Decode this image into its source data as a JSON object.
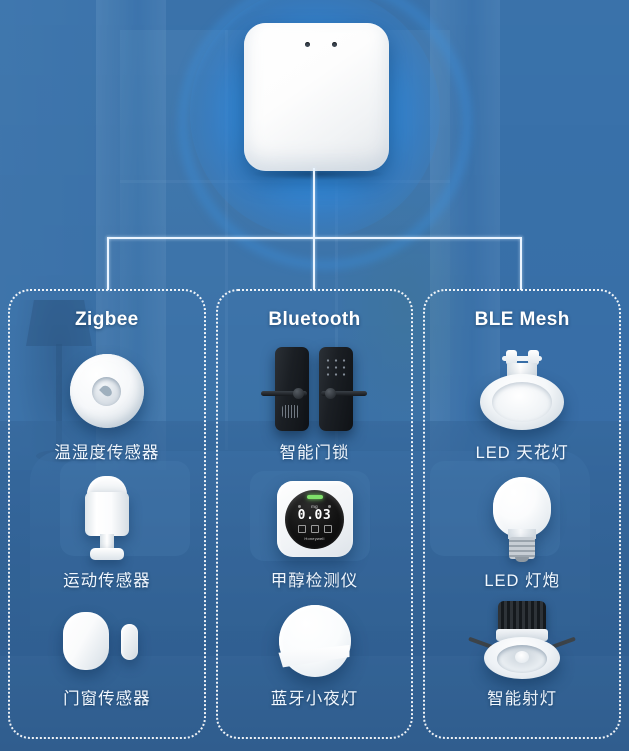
{
  "hub": {
    "name": "smart-gateway",
    "led_count": 2,
    "glow_color": "#2e8ce2"
  },
  "connector": {
    "style": "tree",
    "color": "#eaf4ff"
  },
  "columns": [
    {
      "title": "Zigbee",
      "devices": [
        {
          "label": "温湿度传感器",
          "icon": "temperature-humidity-sensor-icon"
        },
        {
          "label": "运动传感器",
          "icon": "motion-sensor-icon"
        },
        {
          "label": "门窗传感器",
          "icon": "door-window-sensor-icon"
        }
      ]
    },
    {
      "title": "Bluetooth",
      "devices": [
        {
          "label": "智能门锁",
          "icon": "smart-door-lock-icon"
        },
        {
          "label": "甲醇检测仪",
          "icon": "methanol-detector-icon"
        },
        {
          "label": "蓝牙小夜灯",
          "icon": "bluetooth-night-light-icon"
        }
      ]
    },
    {
      "title": "BLE Mesh",
      "devices": [
        {
          "label": "LED 天花灯",
          "icon": "led-ceiling-light-icon"
        },
        {
          "label": "LED 灯炮",
          "icon": "led-bulb-icon"
        },
        {
          "label": "智能射灯",
          "icon": "smart-spotlight-icon"
        }
      ]
    }
  ],
  "detector_display": {
    "value": "0.03",
    "unit": "mg",
    "brand": "Honeywell",
    "status_color": "#7fe06a"
  },
  "theme": {
    "background": "#4d86b8",
    "title_color": "#ffffff",
    "label_color": "#f2f8ff",
    "dashed_border": "#ffffff"
  }
}
